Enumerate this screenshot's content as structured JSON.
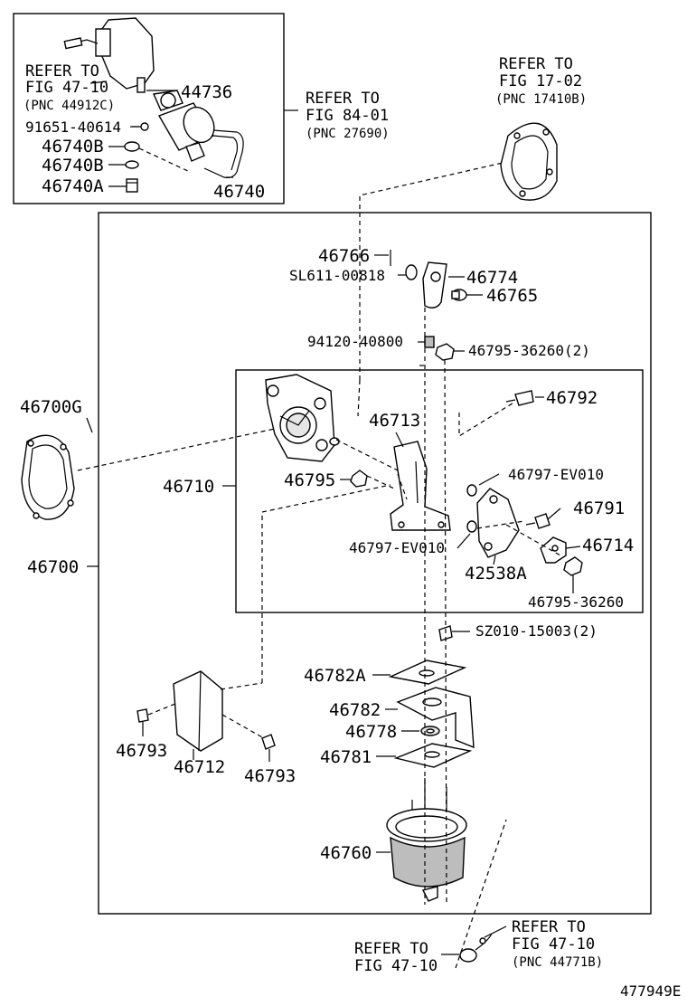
{
  "diagram_id": "477949E",
  "parts": {
    "p44736": "44736",
    "p91651": "91651-40614",
    "p46740B_1": "46740B",
    "p46740B_2": "46740B",
    "p46740A": "46740A",
    "p46740": "46740",
    "p46766": "46766",
    "pSL611": "SL611-00818",
    "p46774": "46774",
    "p46765": "46765",
    "p94120": "94120-40800",
    "p46795_36260_2": "46795-36260(2)",
    "p46700G": "46700G",
    "p46792": "46792",
    "p46713": "46713",
    "p46710": "46710",
    "p46795": "46795",
    "p46797_a": "46797-EV010",
    "p46791": "46791",
    "p46797_b": "46797-EV010",
    "p46714": "46714",
    "p42538A": "42538A",
    "p46795_36260": "46795-36260",
    "p46700": "46700",
    "pSZ010": "SZ010-15003(2)",
    "p46782A": "46782A",
    "p46782": "46782",
    "p46778": "46778",
    "p46781": "46781",
    "p46793_a": "46793",
    "p46712": "46712",
    "p46793_b": "46793",
    "p46760": "46760"
  },
  "references": {
    "ref_47_10_top": {
      "line1": "REFER TO",
      "line2": "FIG 47-10",
      "pnc": "(PNC 44912C)"
    },
    "ref_84_01": {
      "line1": "REFER TO",
      "line2": "FIG 84-01",
      "pnc": "(PNC 27690)"
    },
    "ref_17_02": {
      "line1": "REFER TO",
      "line2": "FIG 17-02",
      "pnc": "(PNC 17410B)"
    },
    "ref_47_10_bottom_left": {
      "line1": "REFER TO",
      "line2": "FIG 47-10"
    },
    "ref_47_10_bottom_right": {
      "line1": "REFER TO",
      "line2": "FIG 47-10",
      "pnc": "(PNC 44771B)"
    }
  },
  "colors": {
    "ink": "#000000",
    "paper": "#ffffff",
    "shade": "#bdbdbd"
  }
}
